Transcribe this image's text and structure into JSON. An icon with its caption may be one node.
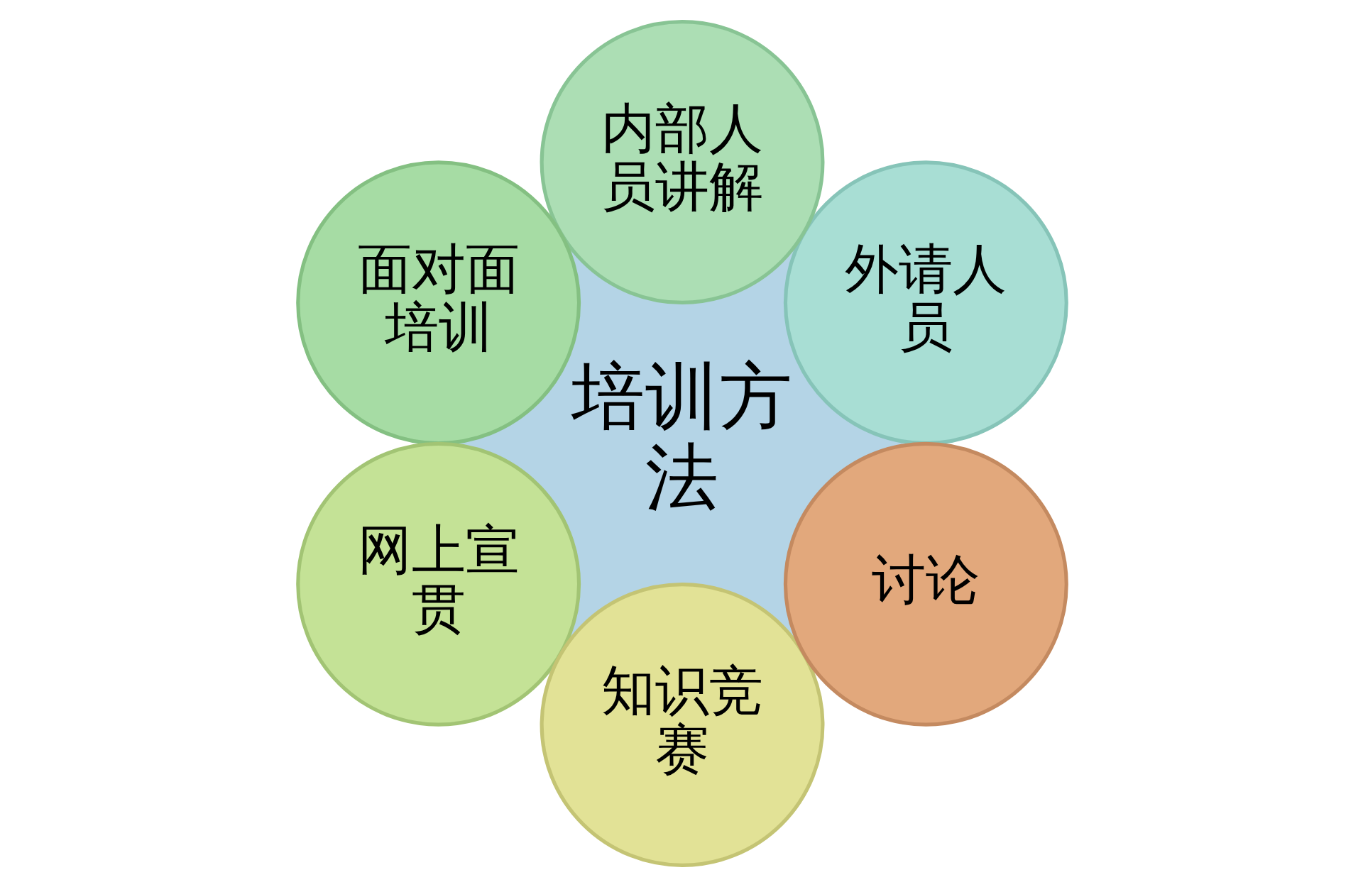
{
  "diagram": {
    "nodes": [
      {
        "text": [
          "培训方法"
        ]
      },
      {
        "text": [
          "外请人员"
        ]
      },
      {
        "text": [
          "内部人员讲解"
        ]
      },
      {
        "text": [
          "面对面培训"
        ]
      },
      {
        "text": [
          "网上宣贯"
        ]
      },
      {
        "text": [
          "知识竞赛"
        ]
      },
      {
        "text": [
          "讨论"
        ]
      }
    ],
    "edges": []
  }
}
